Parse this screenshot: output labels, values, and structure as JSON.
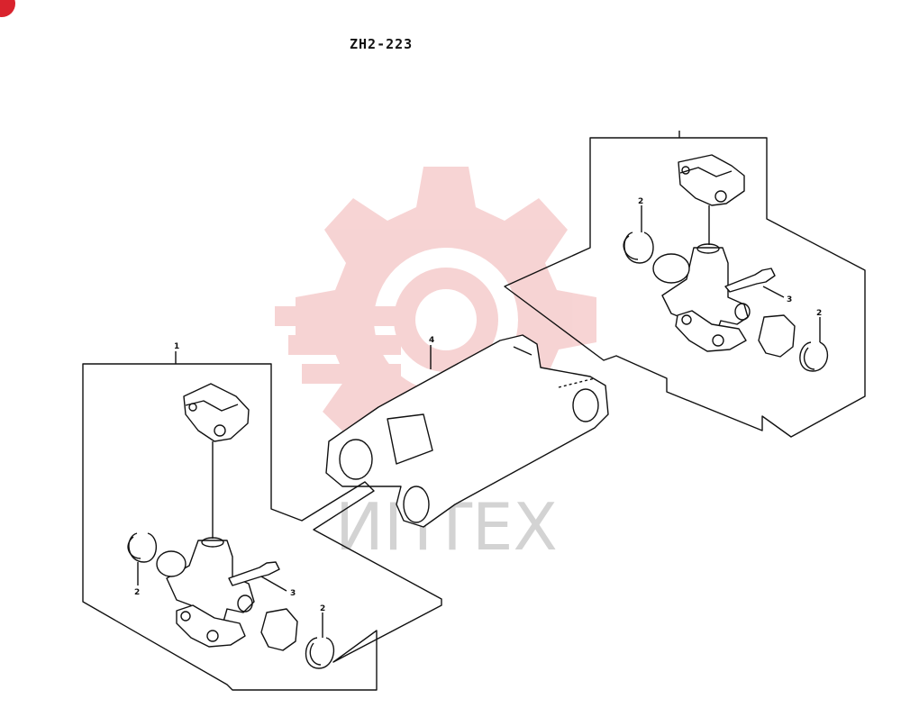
{
  "diagram": {
    "code": "ZH2-223",
    "callouts": {
      "c1": "1",
      "c2a": "2",
      "c2b": "2",
      "c3a": "3",
      "c2c": "2",
      "c2d": "2",
      "c3b": "3",
      "c4": "4"
    },
    "watermark_text": "ИПТЕХ",
    "colors": {
      "line": "#111111",
      "watermark": "#e8a0a0",
      "badge": "#d9232d"
    }
  }
}
